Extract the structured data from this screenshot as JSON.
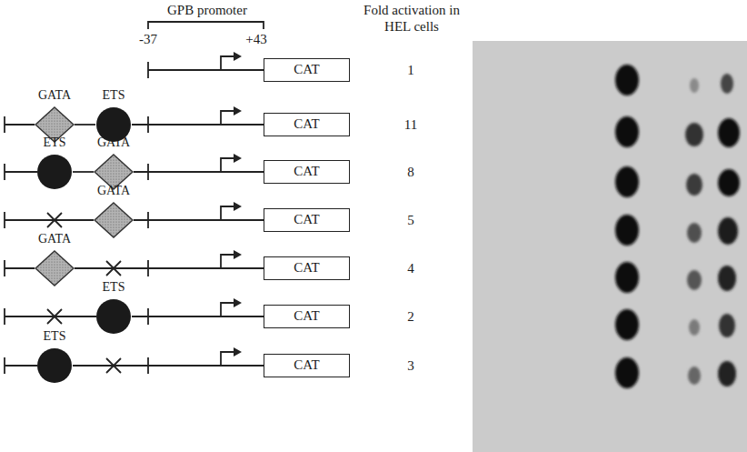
{
  "diagram": {
    "nodes": [
      {
        "text": [
          "CAT"
        ]
      },
      {
        "text": [
          "GATA"
        ]
      },
      {
        "text": [
          "ETS"
        ]
      },
      {
        "text": [
          "CAT"
        ]
      },
      {
        "text": [
          "ETS"
        ]
      },
      {
        "text": [
          "GATA"
        ]
      },
      {
        "text": [
          "CAT"
        ]
      },
      {
        "text": [
          "GATA"
        ]
      },
      {
        "text": [
          "CAT"
        ]
      },
      {
        "text": [
          "GATA"
        ]
      },
      {
        "text": [
          "CAT"
        ]
      },
      {
        "text": [
          "ETS"
        ]
      },
      {
        "text": [
          "CAT"
        ]
      },
      {
        "text": [
          "ETS"
        ]
      },
      {
        "text": [
          "CAT"
        ]
      }
    ],
    "edges": [
      {
        "from": 1,
        "to": 2,
        "arrow": "none"
      },
      {
        "from": 2,
        "to": 3,
        "arrow": "none"
      },
      {
        "from": 4,
        "to": 5,
        "arrow": "none"
      },
      {
        "from": 5,
        "to": 6,
        "arrow": "none"
      },
      {
        "from": 7,
        "to": 8,
        "arrow": "none"
      },
      {
        "from": 9,
        "to": 10,
        "arrow": "none"
      },
      {
        "from": 11,
        "to": 12,
        "arrow": "none"
      },
      {
        "from": 13,
        "to": 14,
        "arrow": "none"
      }
    ],
    "labels": [
      "GPB promoter",
      "-37",
      "+43",
      "Fold activation in HEL cells",
      "1",
      "11",
      "8",
      "5",
      "4",
      "2",
      "3"
    ]
  }
}
